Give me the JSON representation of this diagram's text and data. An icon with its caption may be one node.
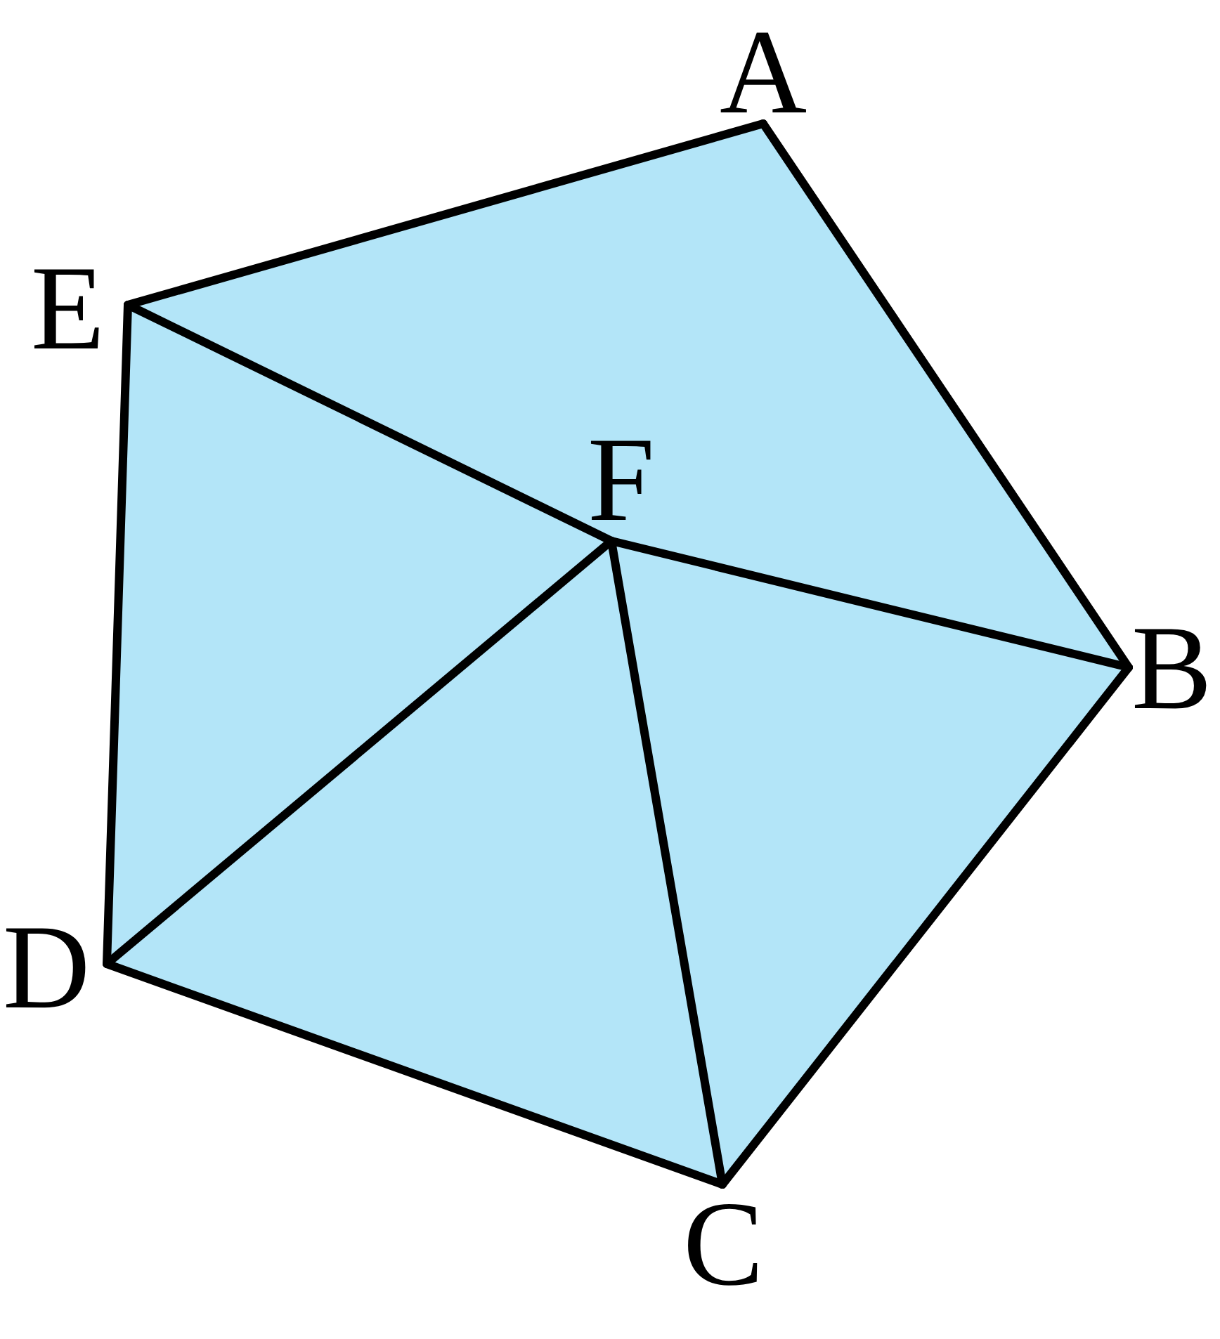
{
  "diagram": {
    "nodes": [
      {
        "text": [
          "A"
        ]
      },
      {
        "text": [
          "B"
        ]
      },
      {
        "text": [
          "C"
        ]
      },
      {
        "text": [
          "D"
        ]
      },
      {
        "text": [
          "E"
        ]
      },
      {
        "text": [
          "F"
        ]
      }
    ],
    "edges": [
      {
        "from": 0,
        "to": 1,
        "arrow": "none"
      },
      {
        "from": 1,
        "to": 2,
        "arrow": "none"
      },
      {
        "from": 2,
        "to": 3,
        "arrow": "none"
      },
      {
        "from": 3,
        "to": 4,
        "arrow": "none"
      },
      {
        "from": 4,
        "to": 0,
        "arrow": "none"
      },
      {
        "from": 4,
        "to": 5,
        "arrow": "none"
      },
      {
        "from": 5,
        "to": 1,
        "arrow": "none"
      },
      {
        "from": 5,
        "to": 2,
        "arrow": "none"
      },
      {
        "from": 5,
        "to": 3,
        "arrow": "none"
      }
    ]
  }
}
